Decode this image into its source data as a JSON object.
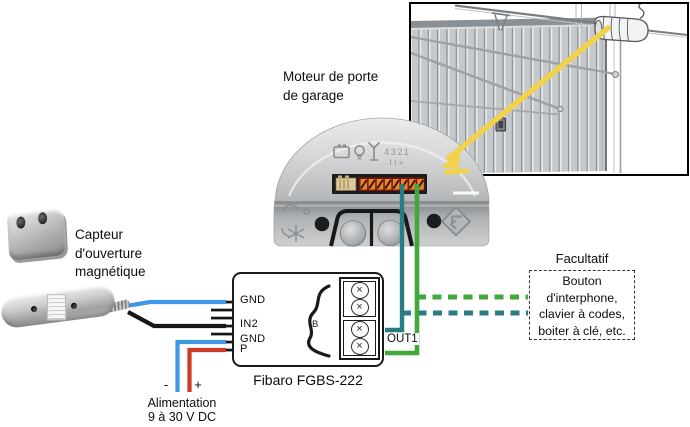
{
  "labels": {
    "motor": {
      "line1": "Moteur de porte",
      "line2": "de garage"
    },
    "sensor": {
      "line1": "Capteur",
      "line2": "d'ouverture",
      "line3": "magnétique"
    },
    "power": {
      "minus": "-",
      "plus": "+",
      "line1": "Alimentation",
      "line2": "9 à 30 V DC"
    }
  },
  "device": {
    "caption": "Fibaro FGBS-222",
    "pin1": "GND",
    "pin2": "IN2",
    "pin3": "GND",
    "pin4": "P",
    "button": "B",
    "output": "OUT1",
    "screw_glyph": "×"
  },
  "motor_markings": {
    "digits": "4321",
    "polarity": "-II+"
  },
  "optional_box": {
    "title": "Facultatif",
    "line1": "Bouton",
    "line2": "d'interphone,",
    "line3": "clavier à codes,",
    "line4": "boiter à clé, etc."
  },
  "colors": {
    "blue": "#3f97e8",
    "black": "#161616",
    "red": "#cd3a26",
    "teal": "#2a7c80",
    "green": "#41a83c",
    "yellow": "#f2d24b",
    "pin": "#161616"
  }
}
